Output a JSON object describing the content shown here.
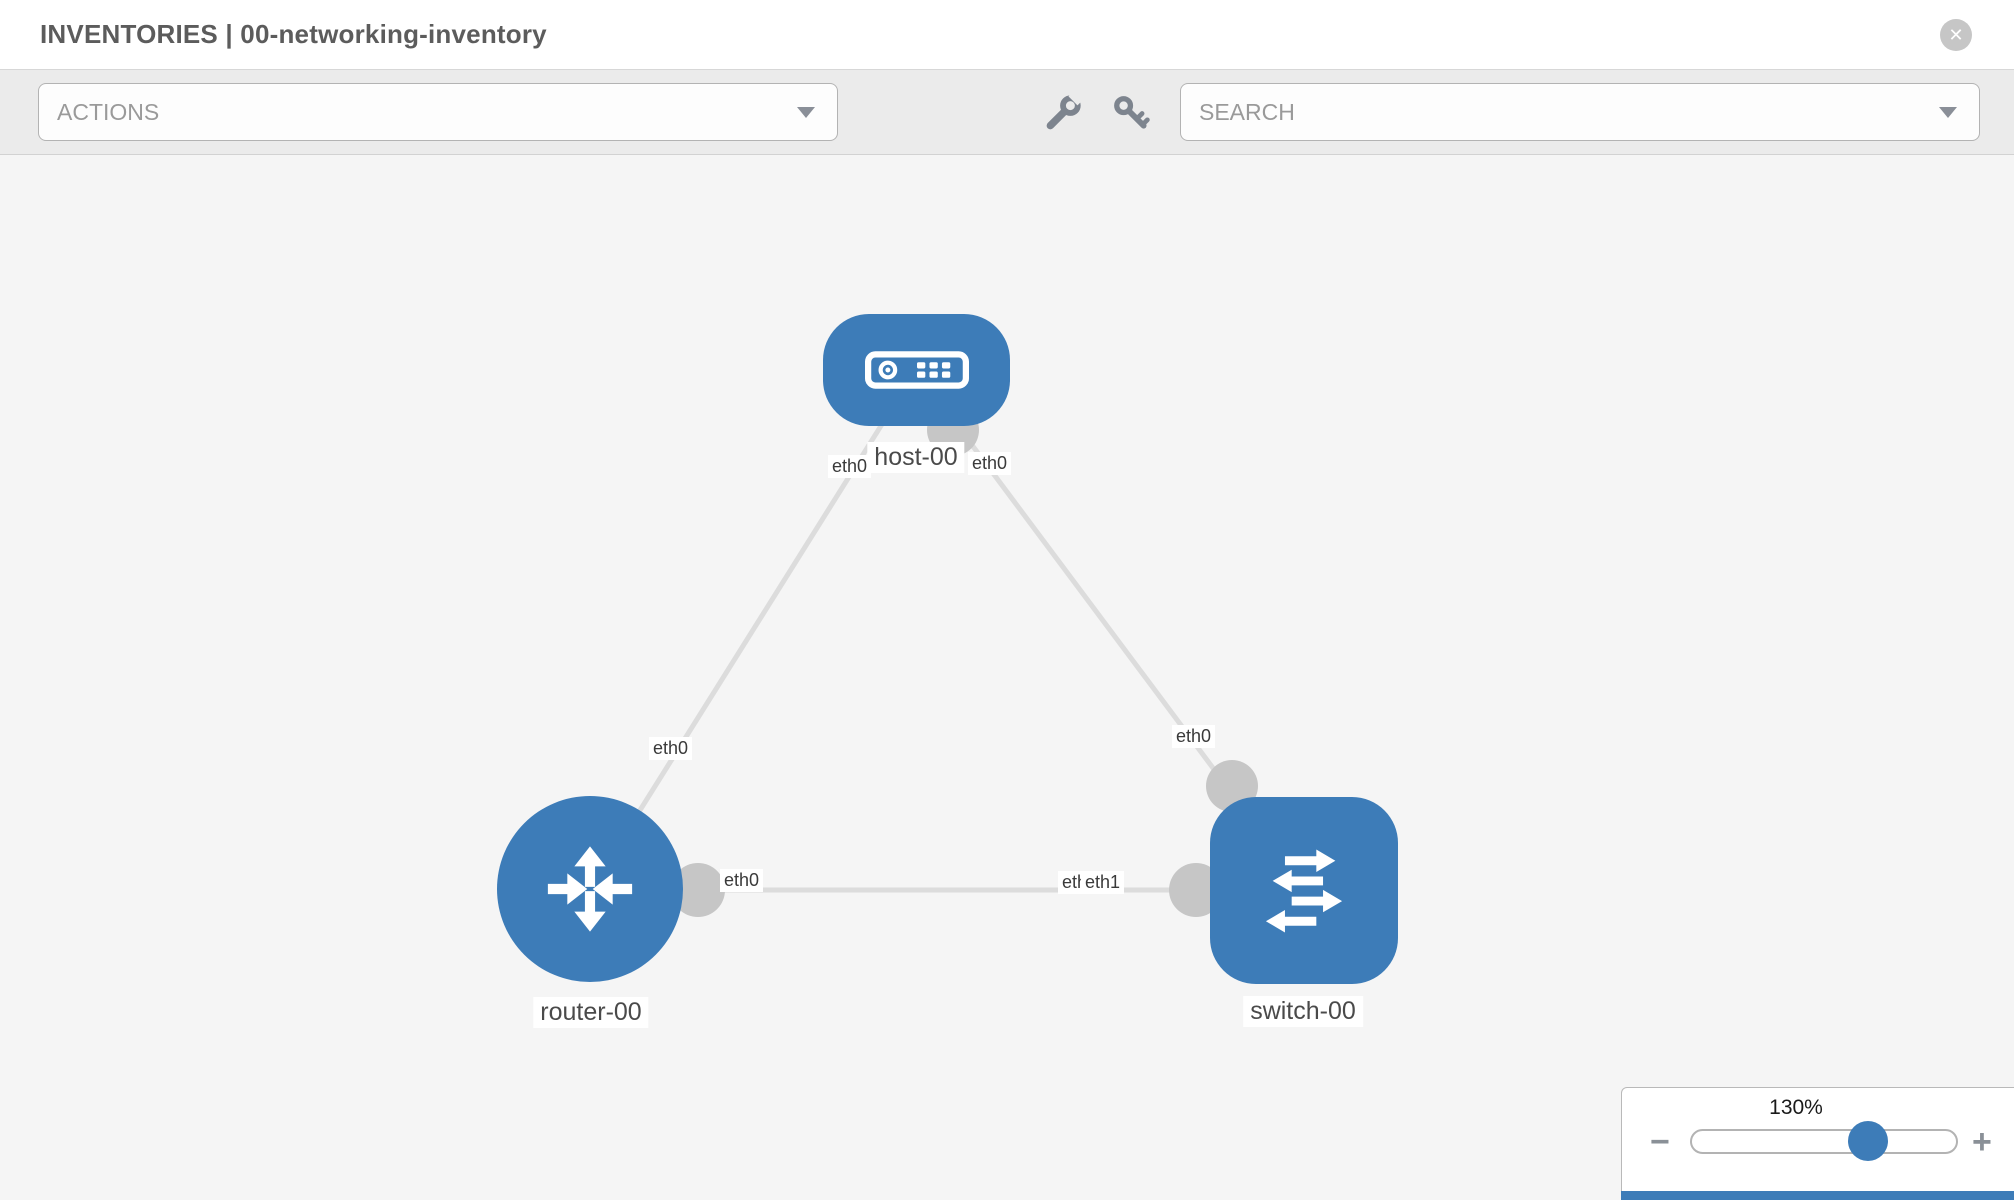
{
  "header": {
    "title": "INVENTORIES | 00-networking-inventory",
    "close_glyph": "✕"
  },
  "toolbar": {
    "actions_label": "ACTIONS",
    "search_placeholder": "SEARCH",
    "icons": [
      "wrench-icon",
      "key-icon"
    ]
  },
  "topology": {
    "nodes": [
      {
        "id": "host-00",
        "label": "host-00",
        "type": "host"
      },
      {
        "id": "router-00",
        "label": "router-00",
        "type": "router"
      },
      {
        "id": "switch-00",
        "label": "switch-00",
        "type": "switch"
      }
    ],
    "links": [
      {
        "from": "host-00",
        "to": "router-00",
        "from_interface": "eth0",
        "to_interface": "eth0"
      },
      {
        "from": "host-00",
        "to": "switch-00",
        "from_interface": "eth0",
        "to_interface": "eth0"
      },
      {
        "from": "router-00",
        "to": "switch-00",
        "from_interface": "eth0",
        "to_interface": "eth1"
      }
    ],
    "interfaces": {
      "host_left": "eth0",
      "host_right": "eth0",
      "router_top": "eth0",
      "switch_top": "eth0",
      "mid_router_end": "eth0",
      "mid_switch_end_back": "eth0",
      "mid_switch_end_front": "eth1"
    }
  },
  "zoom_control": {
    "level": "130%",
    "minus_glyph": "−",
    "plus_glyph": "+"
  },
  "colors": {
    "node_blue": "#3d7cb8",
    "port_gray": "#c6c6c6",
    "link_gray": "#dcdcdc",
    "canvas_bg": "#f5f5f5",
    "toolbar_bg": "#ebebeb"
  }
}
